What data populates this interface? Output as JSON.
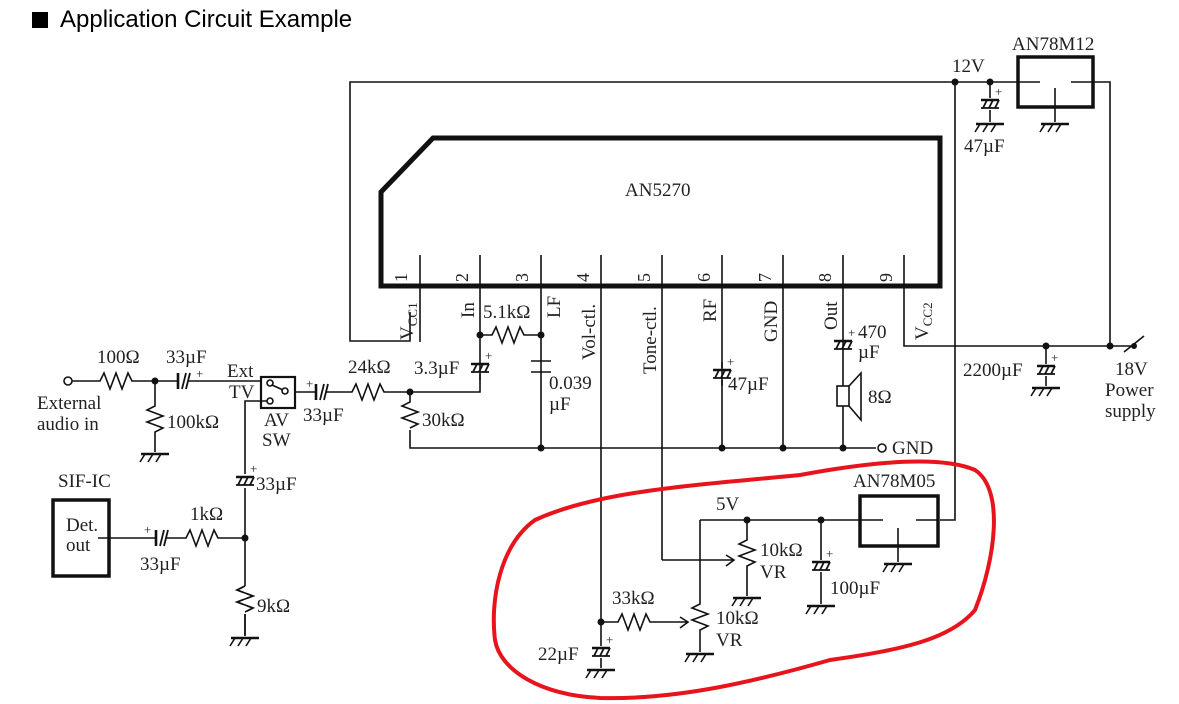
{
  "heading": {
    "icon": "black-square",
    "text": "Application Circuit Example"
  },
  "ic": {
    "name": "AN5270",
    "pins": [
      {
        "num": "1",
        "label": "V",
        "sub": "CC1"
      },
      {
        "num": "2",
        "label": "In",
        "sub": ""
      },
      {
        "num": "3",
        "label": "LF",
        "sub": ""
      },
      {
        "num": "4",
        "label": "Vol-ctl.",
        "sub": ""
      },
      {
        "num": "5",
        "label": "Tone-ctl.",
        "sub": ""
      },
      {
        "num": "6",
        "label": "RF",
        "sub": ""
      },
      {
        "num": "7",
        "label": "GND",
        "sub": ""
      },
      {
        "num": "8",
        "label": "Out",
        "sub": ""
      },
      {
        "num": "9",
        "label": "V",
        "sub": "CC2"
      }
    ]
  },
  "regulators": {
    "r12": {
      "name": "AN78M12",
      "rail": "12V",
      "cap": "47µF"
    },
    "r05": {
      "name": "AN78M05",
      "rail": "5V",
      "cap": "100µF"
    }
  },
  "power": {
    "cap": "2200µF",
    "label_line1": "18V",
    "label_line2": "Power",
    "label_line3": "supply"
  },
  "input": {
    "ext_label_line1": "External",
    "ext_label_line2": "audio in",
    "r_series": "100Ω",
    "c_series": "33µF",
    "r_shunt": "100kΩ",
    "switch_ext": "Ext",
    "switch_tv": "TV",
    "switch_line1": "AV",
    "switch_line2": "SW",
    "c_after_sw": "33µF",
    "r_24k": "24kΩ",
    "r_30k": "30kΩ",
    "c_in": "3.3µF",
    "r_lf": "5.1kΩ",
    "c_lf_line1": "0.039",
    "c_lf_line2": "µF",
    "c_tv": "33µF"
  },
  "sif": {
    "block": "SIF-IC",
    "det_line1": "Det.",
    "det_line2": "out",
    "c_det": "33µF",
    "r_1k": "1kΩ",
    "r_9k": "9kΩ"
  },
  "output": {
    "c_rf": "47µF",
    "c_out_line1": "470",
    "c_out_line2": "µF",
    "speaker": "8Ω",
    "gnd": "GND"
  },
  "controls": {
    "vr_tone": "10kΩ",
    "vr_tone_tag": "VR",
    "vr_vol": "10kΩ",
    "vr_vol_tag": "VR",
    "r_33k": "33kΩ",
    "c_22u": "22µF"
  },
  "annotation": {
    "color": "#e8141b",
    "shape": "hand-drawn-loop"
  }
}
